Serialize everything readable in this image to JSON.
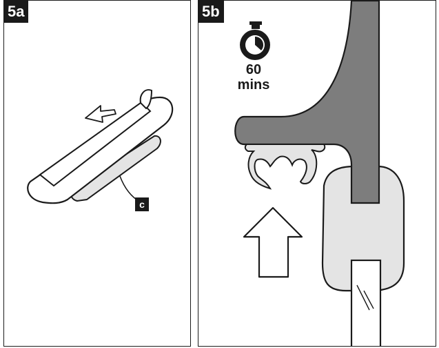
{
  "panel_a": {
    "step_label": "5a",
    "callout_label": "c"
  },
  "panel_b": {
    "step_label": "5b",
    "timer": {
      "icon": "stopwatch-icon",
      "value": "60",
      "unit": "mins"
    }
  },
  "colors": {
    "outline": "#1a1a1a",
    "handle_grey": "#7d7d7d",
    "light_grey": "#e4e4e4",
    "label_bg": "#1a1a1a",
    "label_text": "#ffffff"
  }
}
